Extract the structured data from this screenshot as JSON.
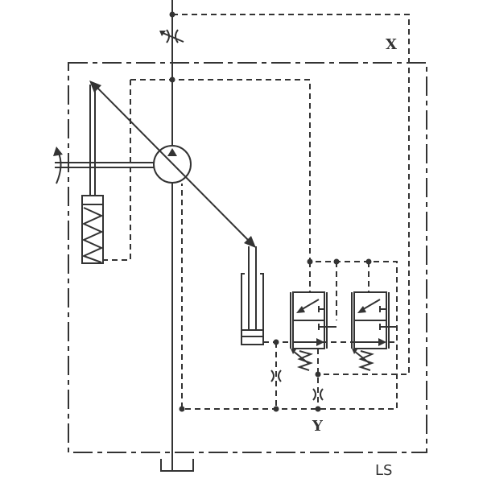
{
  "labels": {
    "x_port": "X",
    "y_port": "Y",
    "ls_port": "LS"
  },
  "colors": {
    "line": "#333333",
    "background": "#ffffff"
  }
}
